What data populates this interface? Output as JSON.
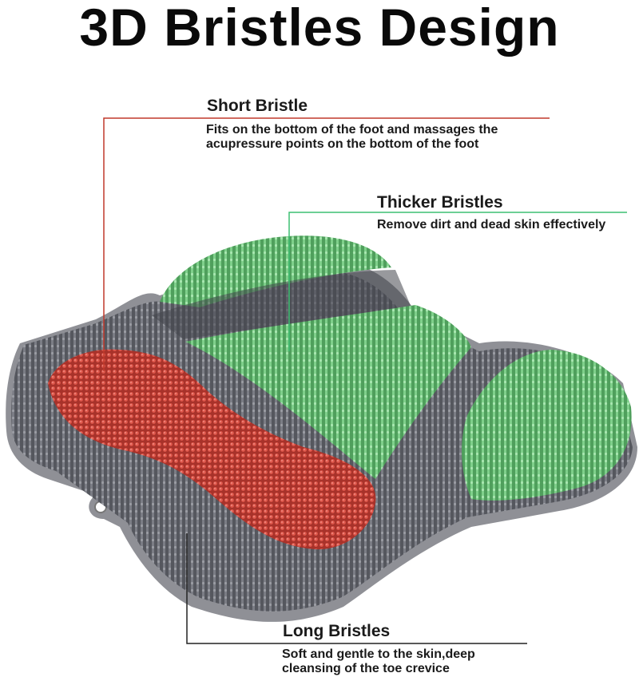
{
  "title": "3D Bristles Design",
  "colors": {
    "short_bristle": "#d94a3f",
    "thicker_bristle": "#6cc07a",
    "long_bristle": "#5e6068",
    "base": "#8f9096",
    "short_leader": "#c0392b",
    "thick_leader": "#3dbf72",
    "long_leader": "#222222"
  },
  "labels": {
    "short": {
      "heading": "Short Bristle",
      "desc_line1": "Fits on the bottom of the foot and massages the",
      "desc_line2": "acupressure points on the bottom of the foot"
    },
    "thicker": {
      "heading": "Thicker Bristles",
      "desc": "Remove dirt and dead skin effectively"
    },
    "long": {
      "heading": "Long Bristles",
      "desc_line1": "Soft and gentle to the skin,deep",
      "desc_line2": "cleansing of the toe crevice"
    }
  }
}
